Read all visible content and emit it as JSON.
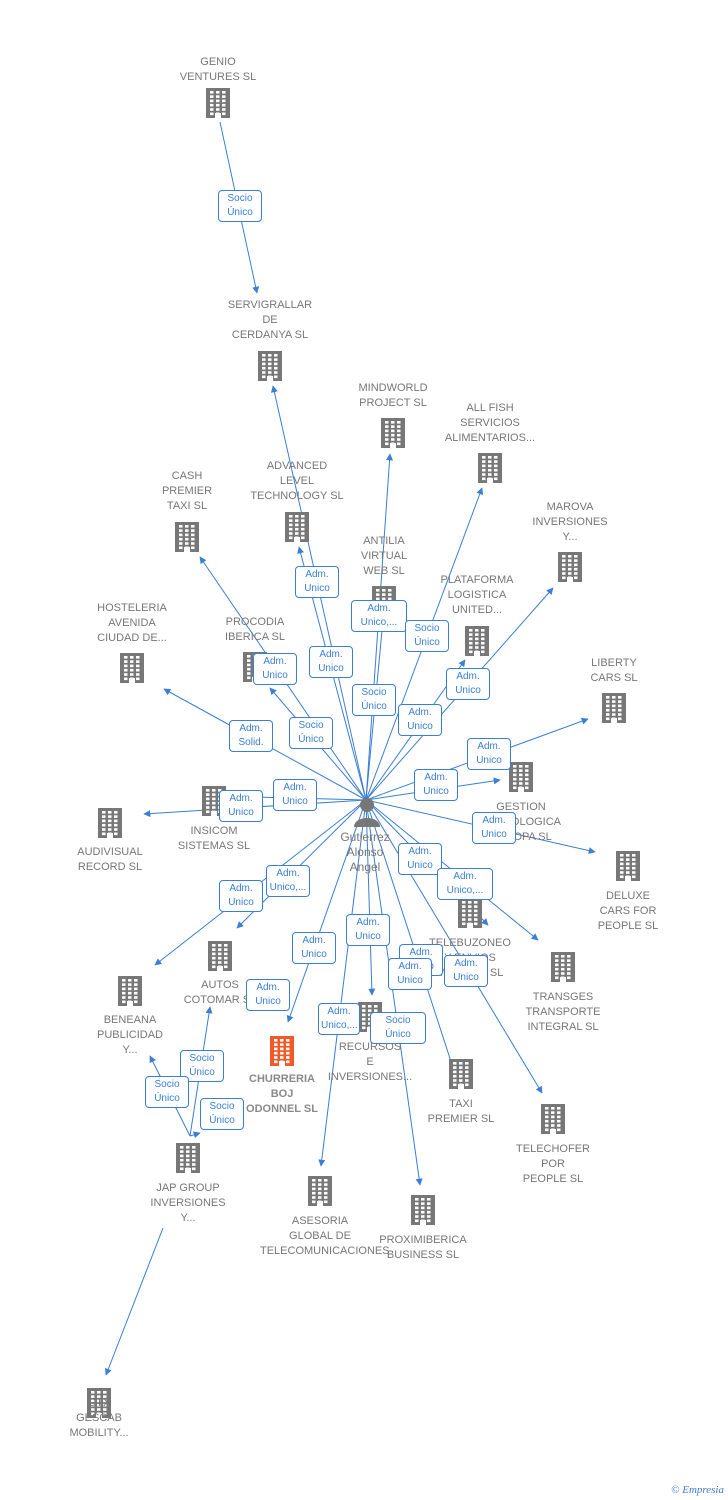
{
  "center": {
    "name": "Gutierrez\nAlonso\nAngel"
  },
  "colors": {
    "edge": "#3a7fd5",
    "building": "#777777",
    "highlight": "#f05a28"
  },
  "nodes": [
    {
      "id": "genio",
      "label": "GENIO\nVENTURES SL"
    },
    {
      "id": "servigrallar",
      "label": "SERVIGRALLAR\nDE\nCERDANYA SL"
    },
    {
      "id": "mindworld",
      "label": "MINDWORLD\nPROJECT SL"
    },
    {
      "id": "allfish",
      "label": "ALL FISH\nSERVICIOS\nALIMENTARIOS..."
    },
    {
      "id": "cash",
      "label": "CASH\nPREMIER\nTAXI SL"
    },
    {
      "id": "advanced",
      "label": "ADVANCED\nLEVEL\nTECHNOLOGY SL"
    },
    {
      "id": "marova",
      "label": "MAROVA\nINVERSIONES\nY..."
    },
    {
      "id": "antilia",
      "label": "ANTILIA\nVIRTUAL\nWEB SL"
    },
    {
      "id": "plataforma",
      "label": "PLATAFORMA\nLOGISTICA\nUNITED..."
    },
    {
      "id": "hosteleria",
      "label": "HOSTELERIA\nAVENIDA\nCIUDAD DE..."
    },
    {
      "id": "procodia",
      "label": "PROCODIA\nIBERICA SL"
    },
    {
      "id": "liberty",
      "label": "LIBERTY\nCARS SL"
    },
    {
      "id": "gestion",
      "label": "GESTION\nTECNOLOGICA\nEUROPA SL"
    },
    {
      "id": "insicom",
      "label": "INSICOM\nSISTEMAS SL"
    },
    {
      "id": "audivisual",
      "label": "AUDIVISUAL\nRECORD SL"
    },
    {
      "id": "deluxe",
      "label": "DELUXE\nCARS FOR\nPEOPLE SL"
    },
    {
      "id": "telebuzoneo",
      "label": "TELEBUZONEO\nY ENVIOS\nMASIVOS SL"
    },
    {
      "id": "transges",
      "label": "TRANSGES\nTRANSPORTE\nINTEGRAL SL"
    },
    {
      "id": "autos",
      "label": "AUTOS\nCOTOMAR SL"
    },
    {
      "id": "beneana",
      "label": "BENEANA\nPUBLICIDAD\nY..."
    },
    {
      "id": "churreria",
      "label": "CHURRERIA\nBOJ\nODONNEL SL",
      "highlight": true
    },
    {
      "id": "recursos",
      "label": "RECURSOS\nE\nINVERSIONES..."
    },
    {
      "id": "taxi",
      "label": "TAXI\nPREMIER SL"
    },
    {
      "id": "telechofer",
      "label": "TELECHOFER\nPOR\nPEOPLE SL"
    },
    {
      "id": "jap",
      "label": "JAP GROUP\nINVERSIONES\nY..."
    },
    {
      "id": "asesoria",
      "label": "ASESORIA\nGLOBAL DE\nTELECOMUNICACIONES"
    },
    {
      "id": "proximiberica",
      "label": "PROXIMIBERICA\nBUSINESS SL"
    },
    {
      "id": "gtx",
      "label": "GTX\nGESCAB\nMOBILITY..."
    }
  ],
  "badges": [
    "Socio\nÚnico",
    "Adm.\nUnico",
    "Adm.\nUnico",
    "Adm.\nUnico,...",
    "Socio\nÚnico",
    "Socio\nÚnico",
    "Adm.\nUnico",
    "Adm.\nUnico",
    "Adm.\nUnico",
    "Adm.\nSolid.",
    "Socio\nÚnico",
    "Adm.\nUnico",
    "Adm.\nUnico",
    "Adm.\nUnico",
    "Adm.\nUnico",
    "Adm.\nUnico",
    "Adm.\nUnico",
    "Adm.\nUnico,...",
    "Adm.\nUnico",
    "Adm.\nUnico,...",
    "Adm.\nUnico",
    "Adm.\nUnico",
    "Adm.\nUnico",
    "Adm.\nUnico",
    "Adm.\nUnico",
    "Adm.\nUnico",
    "Adm.\nUnico,...",
    "Socio\nÚnico",
    "Socio\nÚnico",
    "Socio\nÚnico",
    "Socio\nÚnico"
  ],
  "footer": {
    "symbol": "©",
    "brand": "Empresia"
  }
}
